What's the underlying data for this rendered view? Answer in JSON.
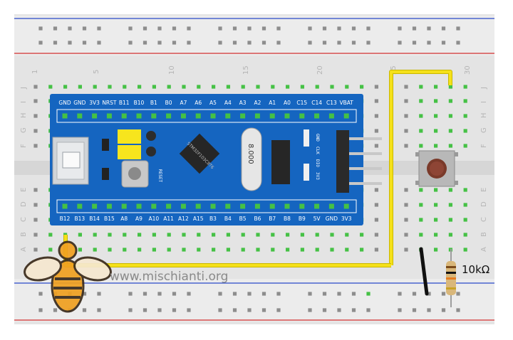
{
  "board": {
    "top_pins": [
      "GND",
      "GND",
      "3V3",
      "NRST",
      "B11",
      "B10",
      "B1",
      "B0",
      "A7",
      "A6",
      "A5",
      "A4",
      "A3",
      "A2",
      "A1",
      "A0",
      "C15",
      "C14",
      "C13",
      "VBAT"
    ],
    "bottom_pins": [
      "B12",
      "B13",
      "B14",
      "B15",
      "A8",
      "A9",
      "A10",
      "A11",
      "A12",
      "A15",
      "B3",
      "B4",
      "B5",
      "B6",
      "B7",
      "B8",
      "B9",
      "5V",
      "GND",
      "3V3"
    ],
    "chip_text": "STM32F103C8T6",
    "crystal_text": "8.000",
    "reset_text": "RESET",
    "header_pins": [
      "GND",
      "CLK",
      "DIO",
      "3V3"
    ]
  },
  "breadboard": {
    "column_numbers": [
      "1",
      "5",
      "10",
      "15",
      "20",
      "25",
      "30"
    ],
    "row_letters_top": [
      "J",
      "I",
      "H",
      "G",
      "F"
    ],
    "row_letters_bottom": [
      "E",
      "D",
      "C",
      "B",
      "A"
    ]
  },
  "resistor": {
    "label": "10kΩ"
  },
  "watermark": {
    "text": "www.mischianti.org"
  },
  "colors": {
    "board": "#1565c0",
    "wire_yellow": "#f5e11a",
    "wire_black": "#1a1a1a",
    "rail_red": "#d32f2f",
    "rail_blue": "#2848c8",
    "hole_green": "#45c145"
  }
}
